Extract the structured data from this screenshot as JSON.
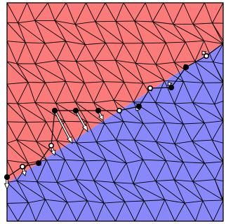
{
  "figure": {
    "colors": {
      "region_upper": "#fb7b7b",
      "region_lower": "#8888fb",
      "mesh_edge": "#000000",
      "arrow_fill": "#ffffff",
      "node_fill": "#000000"
    },
    "regions": [
      "region-upper",
      "region-lower"
    ],
    "interface_node_count": 15,
    "displacement_arrow_count": 13
  }
}
